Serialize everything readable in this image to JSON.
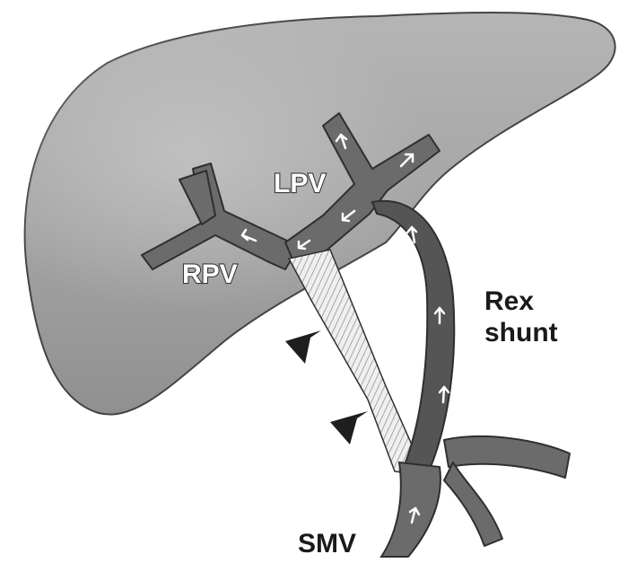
{
  "labels": {
    "lpv": "LPV",
    "rpv": "RPV",
    "rex_line1": "Rex",
    "rex_line2": "shunt",
    "smv": "SMV"
  },
  "colors": {
    "liver": "#9e9e9e",
    "vessel": "#6b6b6b",
    "shunt": "#555555",
    "outline": "#2f2f2f",
    "arrow": "#ffffff",
    "arrowhead_marker": "#1e1e1e"
  },
  "icons": [
    "flow-arrow-icon",
    "arrowhead-marker-icon"
  ]
}
